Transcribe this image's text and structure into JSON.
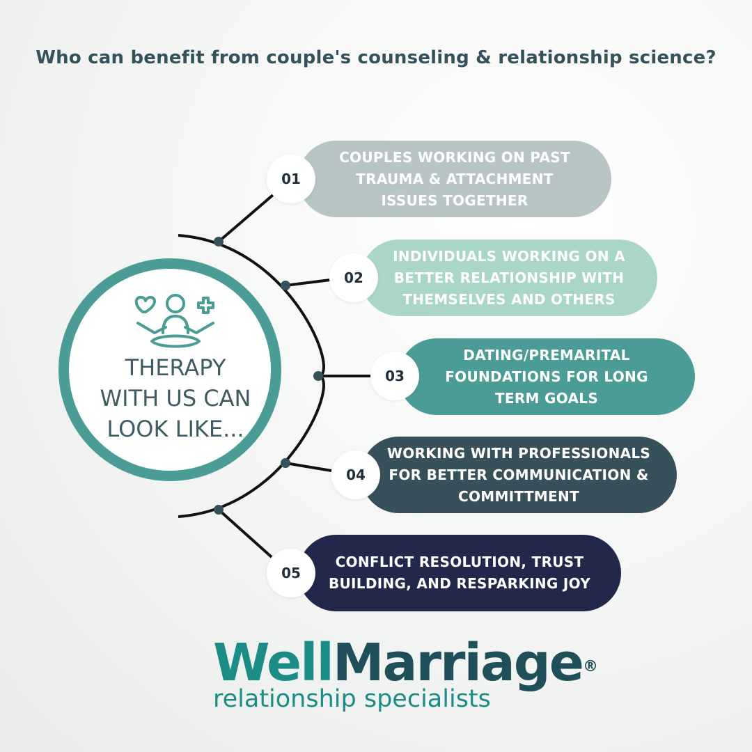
{
  "headline": "Who can benefit from couple's counseling & relationship science?",
  "hub": {
    "lines": [
      "THERAPY",
      "WITH US CAN",
      "LOOK LIKE..."
    ],
    "icon": "meditation-heart-plus-icon",
    "ring_color": "#4a9c95"
  },
  "items": [
    {
      "number": "01",
      "lines": [
        "COUPLES WORKING ON PAST",
        "TRAUMA & ATTACHMENT",
        "ISSUES TOGETHER"
      ],
      "color": "#b7c5c5"
    },
    {
      "number": "02",
      "lines": [
        "INDIVIDUALS WORKING ON A",
        "BETTER RELATIONSHIP WITH",
        "THEMSELVES AND OTHERS"
      ],
      "color": "#a9d6c9"
    },
    {
      "number": "03",
      "lines": [
        "DATING/PREMARITAL",
        "FOUNDATIONS FOR LONG",
        "TERM GOALS"
      ],
      "color": "#4a9c95"
    },
    {
      "number": "04",
      "lines": [
        "WORKING WITH PROFESSIONALS",
        "FOR BETTER COMMUNICATION &",
        "COMMITTMENT"
      ],
      "color": "#375059"
    },
    {
      "number": "05",
      "lines": [
        "CONFLICT RESOLUTION, TRUST",
        "BUILDING, AND RESPARKING JOY"
      ],
      "color": "#22284a"
    }
  ],
  "logo": {
    "brand_part1": "Well",
    "brand_part2": "Marriage",
    "registered": "®",
    "tagline": "relationship specialists",
    "colors": {
      "teal": "#1c8c86",
      "dark": "#1f4f58"
    }
  }
}
